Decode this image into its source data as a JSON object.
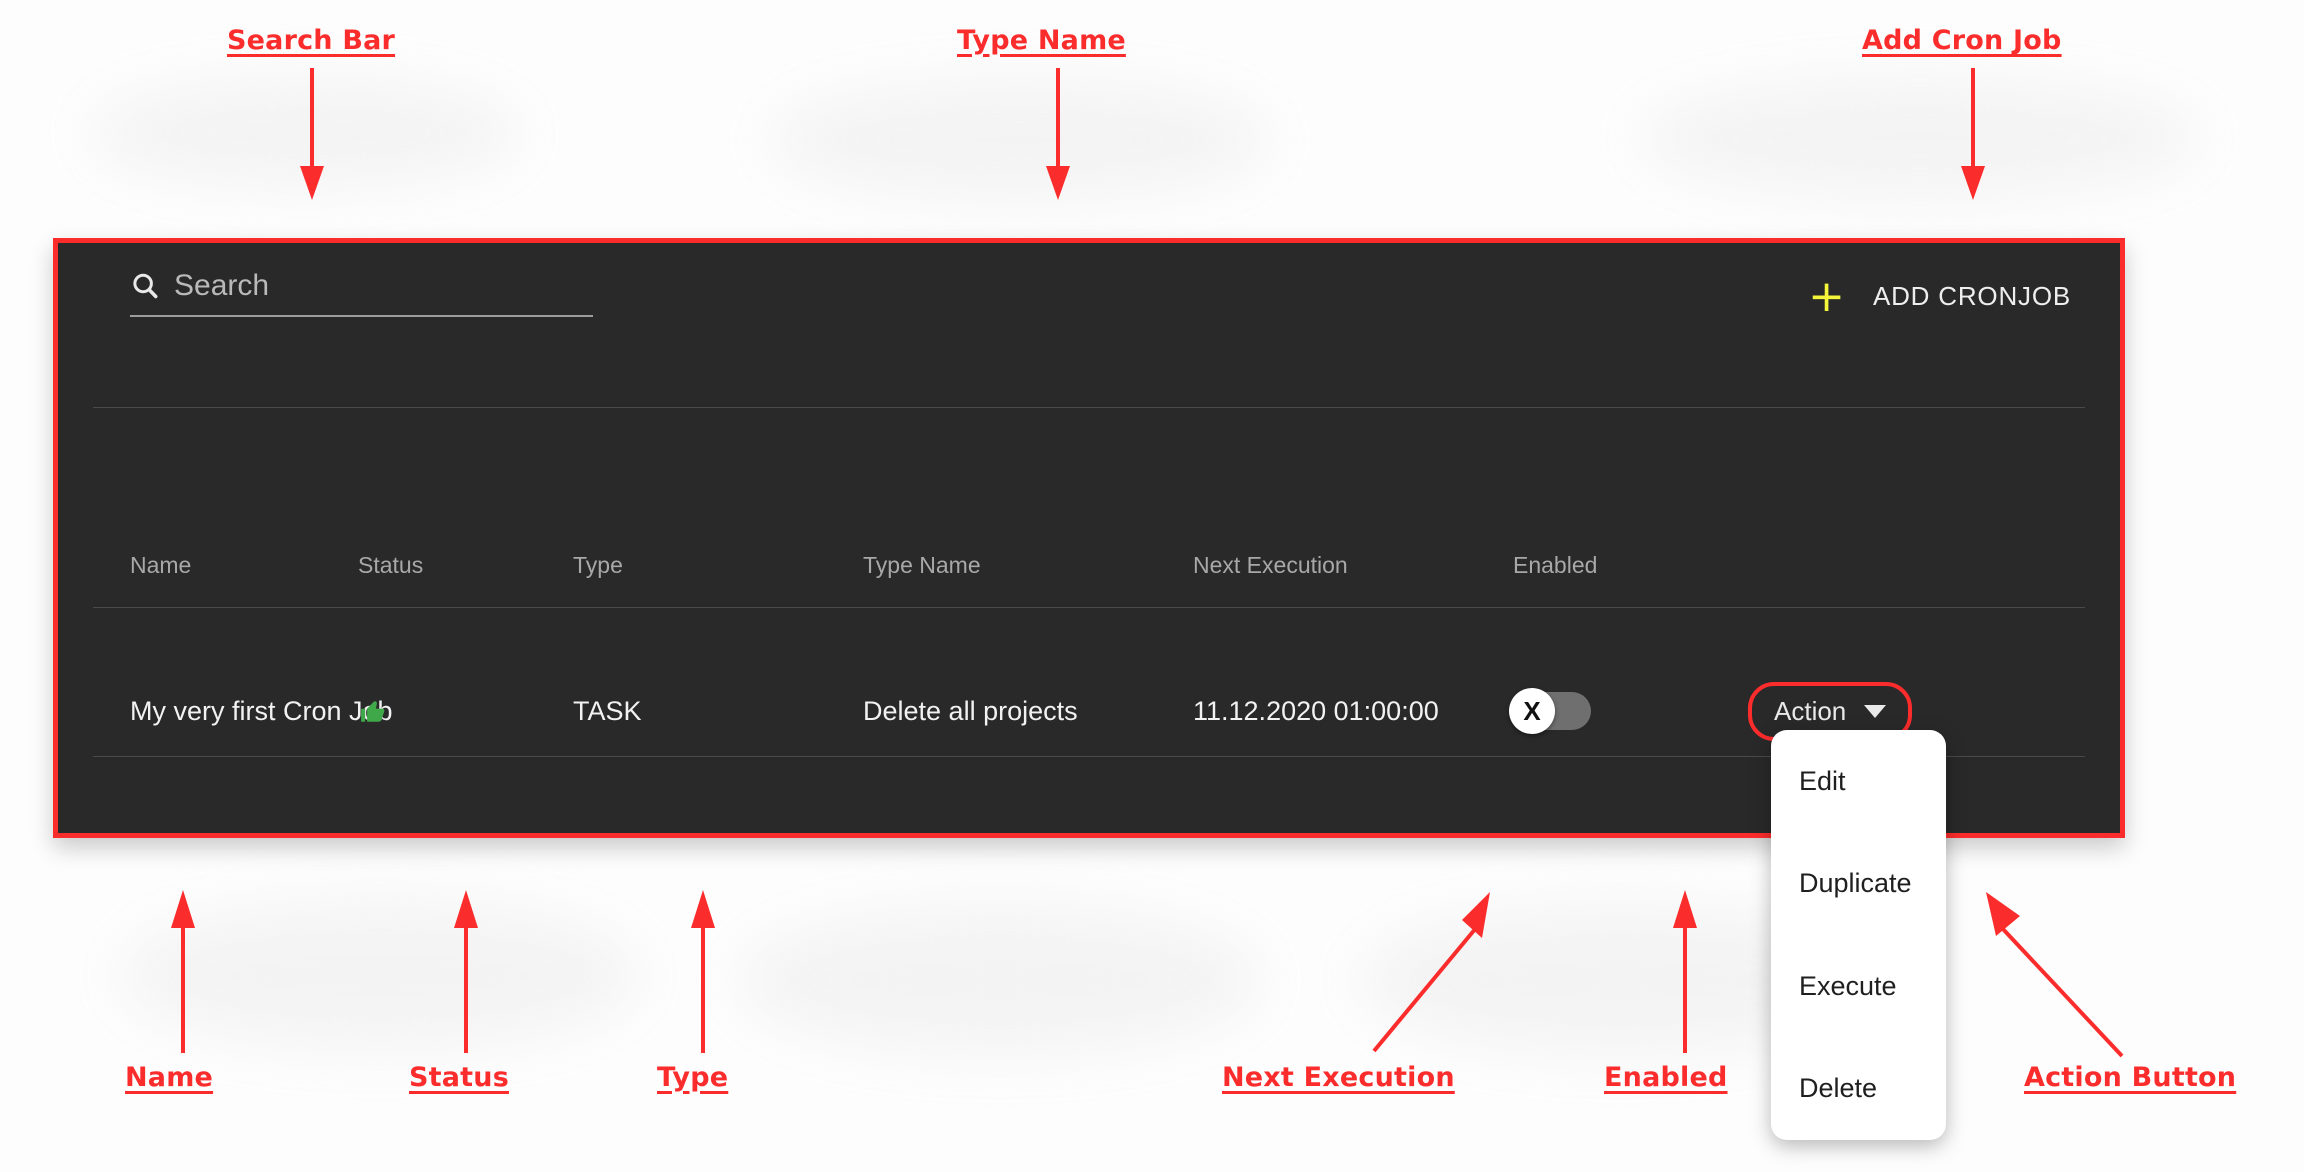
{
  "panel": {
    "search": {
      "icon": "search-icon",
      "placeholder": "Search",
      "value": ""
    },
    "add_cronjob": {
      "icon": "plus-icon",
      "plus": "+",
      "label": "ADD CRONJOB"
    },
    "table": {
      "columns": [
        "Name",
        "Status",
        "Type",
        "Type Name",
        "Next Execution",
        "Enabled",
        ""
      ],
      "rows": [
        {
          "name": "My very first Cron Job",
          "status_icon": "thumbs-up-icon",
          "type": "TASK",
          "type_name": "Delete all projects",
          "next_execution": "11.12.2020 01:00:00",
          "enabled": false,
          "enabled_knob_label": "X",
          "action_label": "Action"
        }
      ]
    },
    "action_menu": {
      "items": [
        "Edit",
        "Duplicate",
        "Execute",
        "Delete"
      ]
    }
  },
  "annotations": {
    "top": [
      {
        "text": "Search Bar"
      },
      {
        "text": "Type Name"
      },
      {
        "text": "Add Cron Job"
      }
    ],
    "bottom": [
      {
        "text": "Name"
      },
      {
        "text": "Status"
      },
      {
        "text": "Type"
      },
      {
        "text": "Next Execution"
      },
      {
        "text": "Enabled"
      },
      {
        "text": "Action Button"
      }
    ]
  },
  "colors": {
    "annotation_red": "#fb2c2c",
    "panel_bg": "#292929",
    "accent_yellow": "#f5f53a",
    "status_green": "#3fa94a",
    "page_bg": "#ffffff"
  }
}
